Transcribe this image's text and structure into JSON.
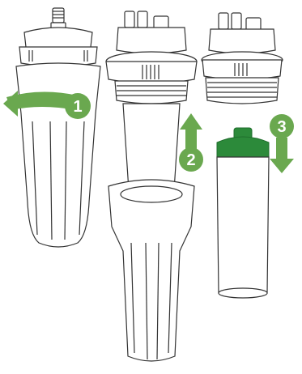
{
  "colors": {
    "accent": "#6aa84f",
    "accent_dark": "#4e8a3a",
    "ring": "#2c8a3a",
    "ring_dark": "#1f6e2c",
    "outline": "#333333",
    "background": "#ffffff"
  },
  "steps": [
    {
      "number": "1",
      "icon": "rotate-left-arrow-icon"
    },
    {
      "number": "2",
      "icon": "arrow-up-icon"
    },
    {
      "number": "3",
      "icon": "arrow-down-icon"
    }
  ]
}
